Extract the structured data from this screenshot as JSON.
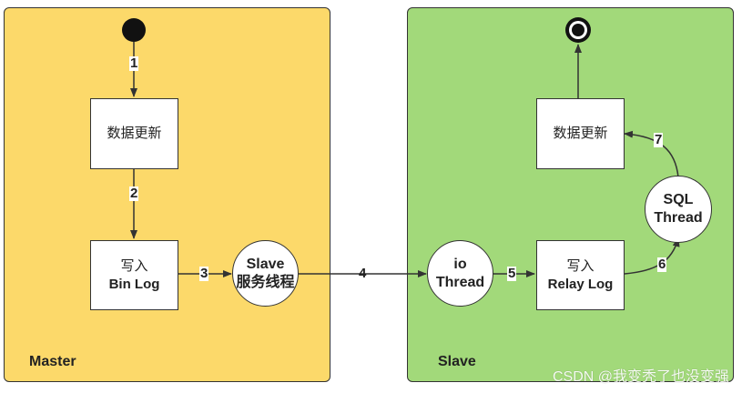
{
  "master": {
    "label": "Master",
    "data_update": "数据更新",
    "write_line1": "写入",
    "write_line2": "Bin Log",
    "slave_service_line1": "Slave",
    "slave_service_line2": "服务线程"
  },
  "slave": {
    "label": "Slave",
    "data_update": "数据更新",
    "io_line1": "io",
    "io_line2": "Thread",
    "write_line1": "写入",
    "write_line2": "Relay Log",
    "sql_line1": "SQL",
    "sql_line2": "Thread"
  },
  "steps": [
    "1",
    "2",
    "3",
    "4",
    "5",
    "6",
    "7"
  ],
  "watermark": "CSDN @我变秃了也没变强",
  "colors": {
    "master_bg": "#fcd96a",
    "slave_bg": "#a2d97a",
    "line": "#333333"
  }
}
